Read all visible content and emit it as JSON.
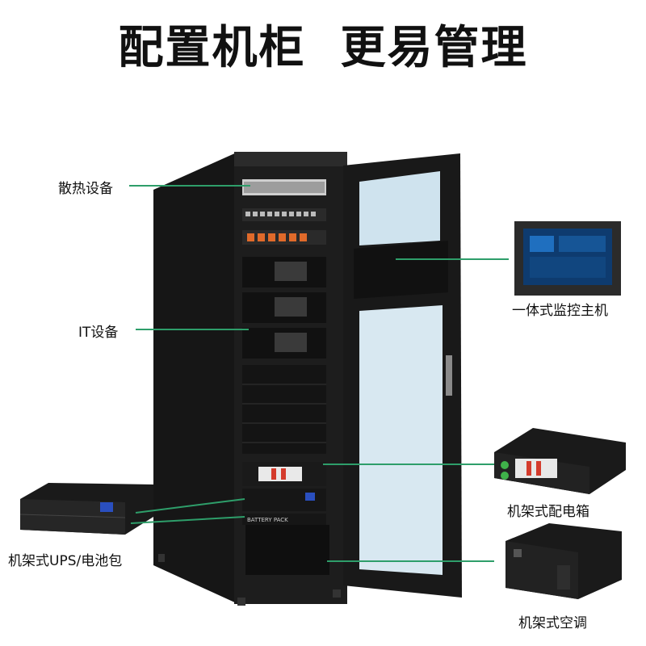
{
  "title": "配置机柜  更易管理",
  "labels": {
    "cooling": "散热设备",
    "it": "IT设备",
    "monitor": "一体式监控主机",
    "pdu": "机架式配电箱",
    "ups": "机架式UPS/电池包",
    "ac": "机架式空调"
  },
  "device_text": {
    "ups_panel": "BATTERY PACK"
  },
  "colors": {
    "leader_line": "#2e9e6a",
    "cabinet": "#1b1b1b",
    "glass": "#cfe3ee"
  }
}
